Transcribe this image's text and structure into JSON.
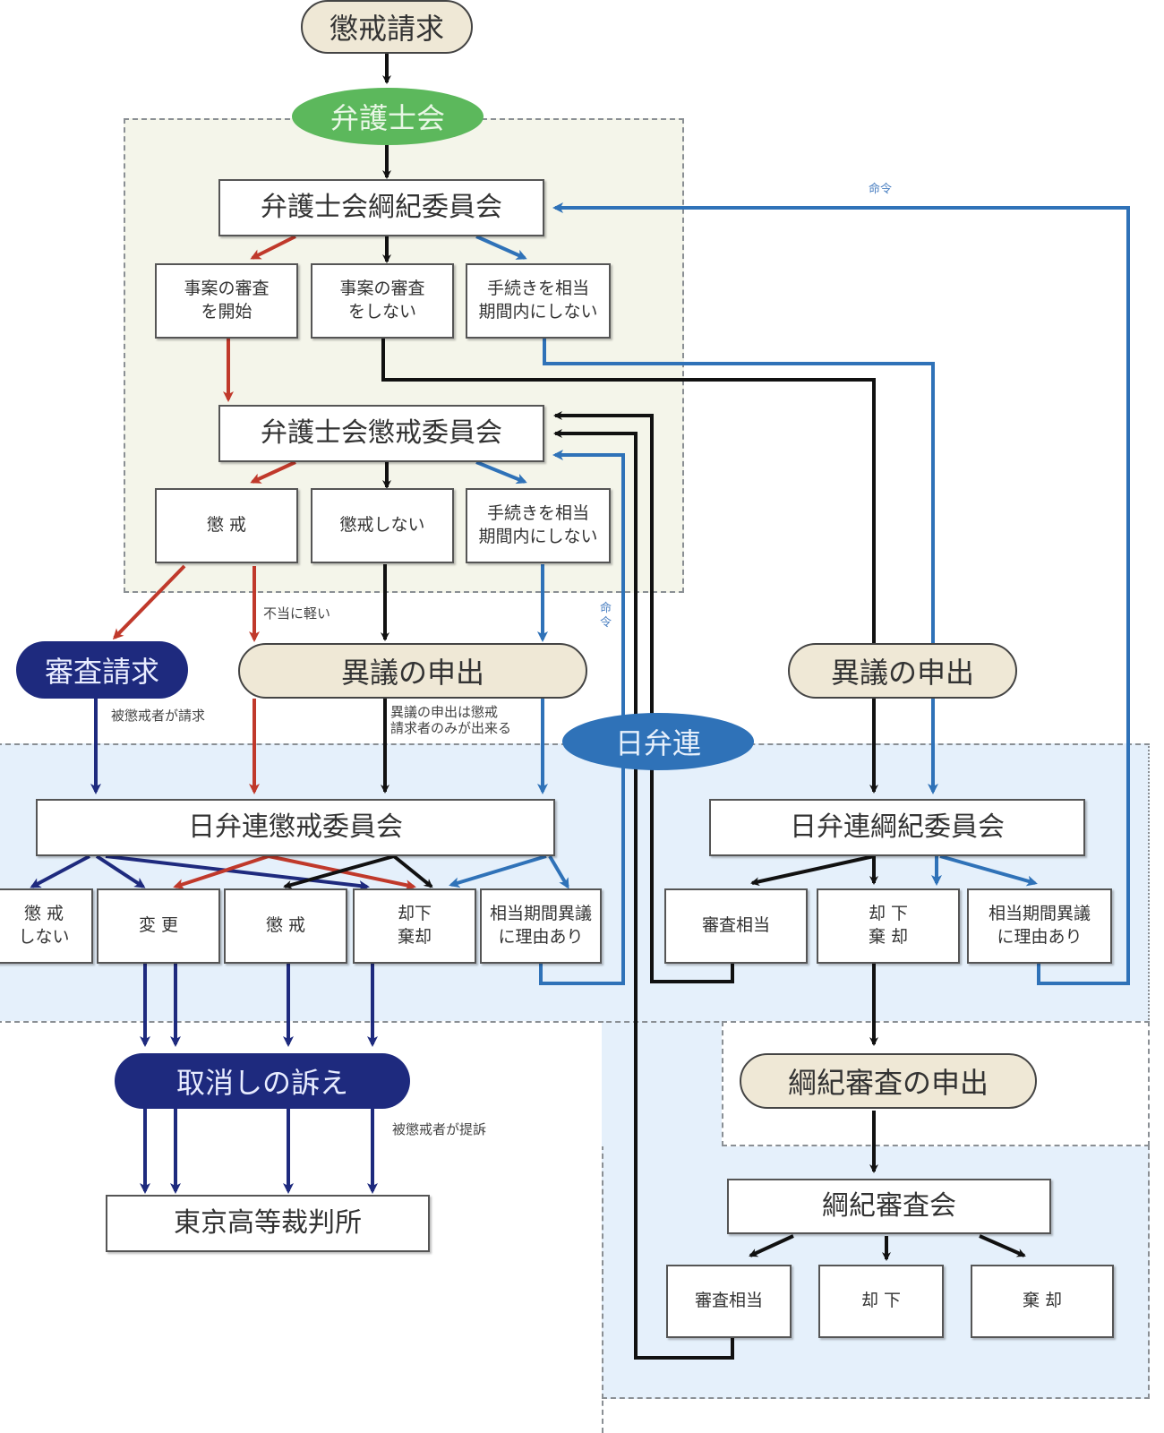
{
  "colors": {
    "black": "#111111",
    "red": "#c0392b",
    "blue": "#2f72b8",
    "navy": "#1e2a7e",
    "green": "#5cb85c",
    "beige": "#efe8d6",
    "region_bar_assoc": "#f4f5ea",
    "region_nichibenren": "#e5f0fb"
  },
  "start": {
    "label": "懲戒請求"
  },
  "bar_association": {
    "label": "弁護士会",
    "discipline_review_committee": "弁護士会綱紀委員会",
    "review_outcomes": [
      "事案の審査\nを開始",
      "事案の審査\nをしない",
      "手続きを相当\n期間内にしない"
    ],
    "disciplinary_committee": "弁護士会懲戒委員会",
    "disciplinary_outcomes": [
      "懲 戒",
      "懲戒しない",
      "手続きを相当\n期間内にしない"
    ],
    "note_too_light": "不当に軽い"
  },
  "appeals": {
    "review_request": "審査請求",
    "review_request_note": "被懲戒者が請求",
    "objection_left": "異議の申出",
    "objection_left_note": "異議の申出は懲戒\n請求者のみが出来る",
    "objection_right": "異議の申出",
    "order_label_top": "命令",
    "order_label_mid": "命\n令"
  },
  "nichibenren": {
    "label": "日弁連",
    "disciplinary_committee": "日弁連懲戒委員会",
    "disciplinary_outcomes": [
      "懲 戒\nしない",
      "変 更",
      "懲 戒",
      "却下\n棄却",
      "相当期間異議\nに理由あり"
    ],
    "review_committee": "日弁連綱紀委員会",
    "review_outcomes": [
      "審査相当",
      "却 下\n棄 却",
      "相当期間異議\nに理由あり"
    ],
    "review_examination_request": "綱紀審査の申出",
    "review_examination_board": "綱紀審査会",
    "board_outcomes": [
      "審査相当",
      "却 下",
      "棄 却"
    ]
  },
  "court": {
    "revocation_suit": "取消しの訴え",
    "suit_note": "被懲戒者が提訴",
    "tokyo_high_court": "東京高等裁判所"
  }
}
